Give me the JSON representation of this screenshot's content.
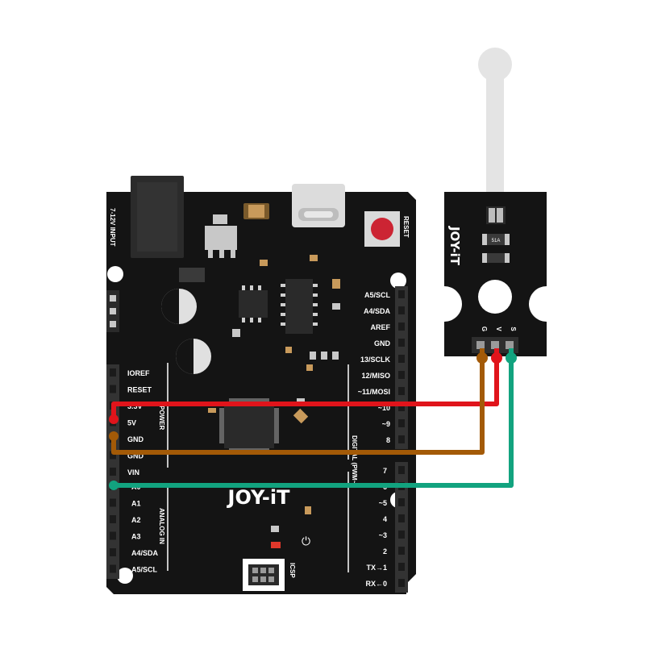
{
  "board": {
    "logo": "JOY-iT",
    "input_label": "7-12V INPUT",
    "reset_label": "RESET",
    "power_header_label": "POWER",
    "analog_header_label": "ANALOG IN",
    "digital_header_label": "DIGITAL (PWM~)",
    "icsp_label": "ICSP",
    "power_pins": [
      "IOREF",
      "RESET",
      "3.3V",
      "5V",
      "GND",
      "GND",
      "VIN"
    ],
    "analog_pins": [
      "A0",
      "A1",
      "A2",
      "A3",
      "A4/SDA",
      "A5/SCL"
    ],
    "digital_pins_top": [
      "A5/SCL",
      "A4/SDA",
      "AREF",
      "GND",
      "13/SCLK",
      "12/MISO",
      "~11/MOSI",
      "~10",
      "~9",
      "8"
    ],
    "digital_pins_bottom": [
      "7",
      "~6",
      "~5",
      "4",
      "~3",
      "2",
      "TX→1",
      "RX←0"
    ]
  },
  "sensor": {
    "logo": "JOY-iT",
    "pin_labels": [
      "G",
      "V",
      "S"
    ],
    "chip_label": "51A"
  },
  "wires": [
    {
      "name": "vcc-wire",
      "from": "5V",
      "to": "V",
      "color": "#e0141b"
    },
    {
      "name": "gnd-wire",
      "from": "GND",
      "to": "G",
      "color": "#a35a07"
    },
    {
      "name": "signal-wire",
      "from": "A0",
      "to": "S",
      "color": "#12a37f"
    }
  ],
  "colors": {
    "pcb": "#141414",
    "header": "#333333",
    "reset_button": "#cc2433",
    "led_red": "#e0382b",
    "usb_port": "#d9d9d9",
    "ceramic": "#c89a5b"
  }
}
